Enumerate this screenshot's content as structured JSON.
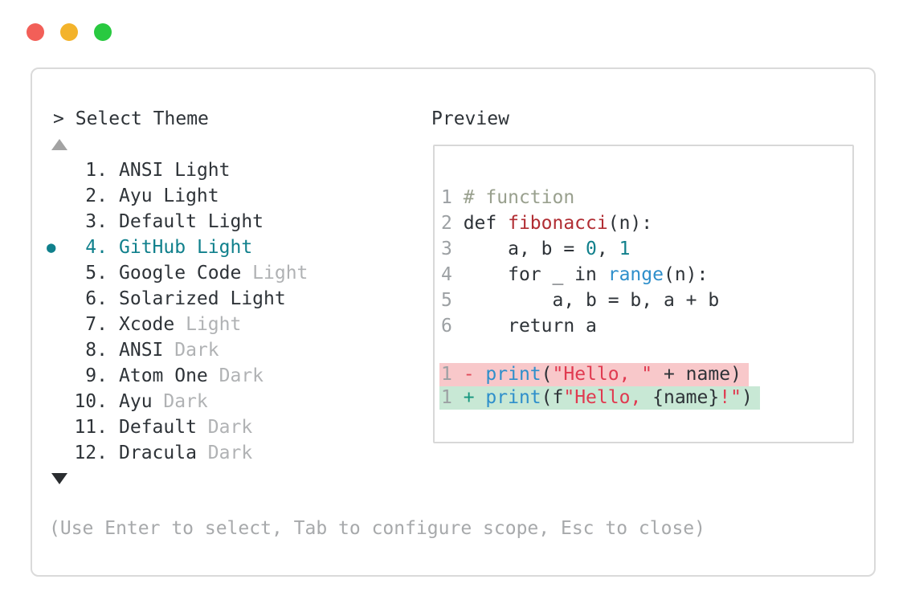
{
  "window": {
    "controls": [
      "close",
      "minimize",
      "maximize"
    ]
  },
  "prompt": {
    "marker": ">",
    "title": "Select Theme"
  },
  "scroll": {
    "up_icon": "triangle-up",
    "down_icon": "triangle-down"
  },
  "themes": [
    {
      "number": "1",
      "name": "ANSI",
      "variant": "Light",
      "variant_muted": false,
      "selected": false
    },
    {
      "number": "2",
      "name": "Ayu",
      "variant": "Light",
      "variant_muted": false,
      "selected": false
    },
    {
      "number": "3",
      "name": "Default",
      "variant": "Light",
      "variant_muted": false,
      "selected": false
    },
    {
      "number": "4",
      "name": "GitHub",
      "variant": "Light",
      "variant_muted": false,
      "selected": true
    },
    {
      "number": "5",
      "name": "Google Code",
      "variant": "Light",
      "variant_muted": true,
      "selected": false
    },
    {
      "number": "6",
      "name": "Solarized",
      "variant": "Light",
      "variant_muted": false,
      "selected": false
    },
    {
      "number": "7",
      "name": "Xcode",
      "variant": "Light",
      "variant_muted": true,
      "selected": false
    },
    {
      "number": "8",
      "name": "ANSI",
      "variant": "Dark",
      "variant_muted": true,
      "selected": false
    },
    {
      "number": "9",
      "name": "Atom One",
      "variant": "Dark",
      "variant_muted": true,
      "selected": false
    },
    {
      "number": "10",
      "name": "Ayu",
      "variant": "Dark",
      "variant_muted": true,
      "selected": false
    },
    {
      "number": "11",
      "name": "Default",
      "variant": "Dark",
      "variant_muted": true,
      "selected": false
    },
    {
      "number": "12",
      "name": "Dracula",
      "variant": "Dark",
      "variant_muted": true,
      "selected": false
    }
  ],
  "selected_marker": "●",
  "preview": {
    "label": "Preview",
    "code_lines": [
      {
        "segments": [
          {
            "t": "1 ",
            "c": "ln"
          },
          {
            "t": "# function",
            "c": "comment"
          }
        ]
      },
      {
        "segments": [
          {
            "t": "2 ",
            "c": "ln"
          },
          {
            "t": "def ",
            "c": "code"
          },
          {
            "t": "fibonacci",
            "c": "func"
          },
          {
            "t": "(n):",
            "c": "code"
          }
        ]
      },
      {
        "segments": [
          {
            "t": "3 ",
            "c": "ln"
          },
          {
            "t": "    a, b = ",
            "c": "code"
          },
          {
            "t": "0",
            "c": "num"
          },
          {
            "t": ", ",
            "c": "code"
          },
          {
            "t": "1",
            "c": "num"
          }
        ]
      },
      {
        "segments": [
          {
            "t": "4 ",
            "c": "ln"
          },
          {
            "t": "    for _ in ",
            "c": "code"
          },
          {
            "t": "range",
            "c": "call"
          },
          {
            "t": "(n):",
            "c": "code"
          }
        ]
      },
      {
        "segments": [
          {
            "t": "5 ",
            "c": "ln"
          },
          {
            "t": "        a, b = b, a + b",
            "c": "code"
          }
        ]
      },
      {
        "segments": [
          {
            "t": "6 ",
            "c": "ln"
          },
          {
            "t": "    return a",
            "c": "code"
          }
        ]
      }
    ],
    "diff_lines": [
      {
        "kind": "removed",
        "segments": [
          {
            "t": "1 ",
            "c": "ln"
          },
          {
            "t": "- ",
            "c": "minus"
          },
          {
            "t": "print",
            "c": "call"
          },
          {
            "t": "(",
            "c": "code"
          },
          {
            "t": "\"Hello, \"",
            "c": "string"
          },
          {
            "t": " + name)",
            "c": "code"
          }
        ]
      },
      {
        "kind": "added",
        "segments": [
          {
            "t": "1 ",
            "c": "ln"
          },
          {
            "t": "+ ",
            "c": "plus"
          },
          {
            "t": "print",
            "c": "call"
          },
          {
            "t": "(f",
            "c": "code"
          },
          {
            "t": "\"Hello, ",
            "c": "string"
          },
          {
            "t": "{name}",
            "c": "code"
          },
          {
            "t": "!\"",
            "c": "string"
          },
          {
            "t": ")",
            "c": "code"
          }
        ]
      }
    ]
  },
  "help": "(Use Enter to select, Tab to configure scope, Esc to close)",
  "colors": {
    "accent_teal": "#10808c",
    "text_dark": "#2e3338",
    "text_muted": "#b0b2b4",
    "help_gray": "#a7a9ab",
    "line_number_gray": "#9ca0a3",
    "comment_green": "#99a08e",
    "func_red": "#b12d33",
    "string_crimson": "#e03a50",
    "number_teal": "#11808c",
    "call_blue": "#2e8fcb",
    "plus_teal": "#16967e",
    "minus_red": "#e04a59",
    "removed_bg": "#f8c8ca",
    "added_bg": "#c8e8d5",
    "panel_border": "#dadada",
    "preview_border": "#d8d8d8",
    "arrow_up_gray": "#a3a3a3",
    "arrow_down_dark": "#2a2d30",
    "traffic_red": "#f25f58",
    "traffic_yellow": "#f3b32b",
    "traffic_green": "#29c940"
  }
}
